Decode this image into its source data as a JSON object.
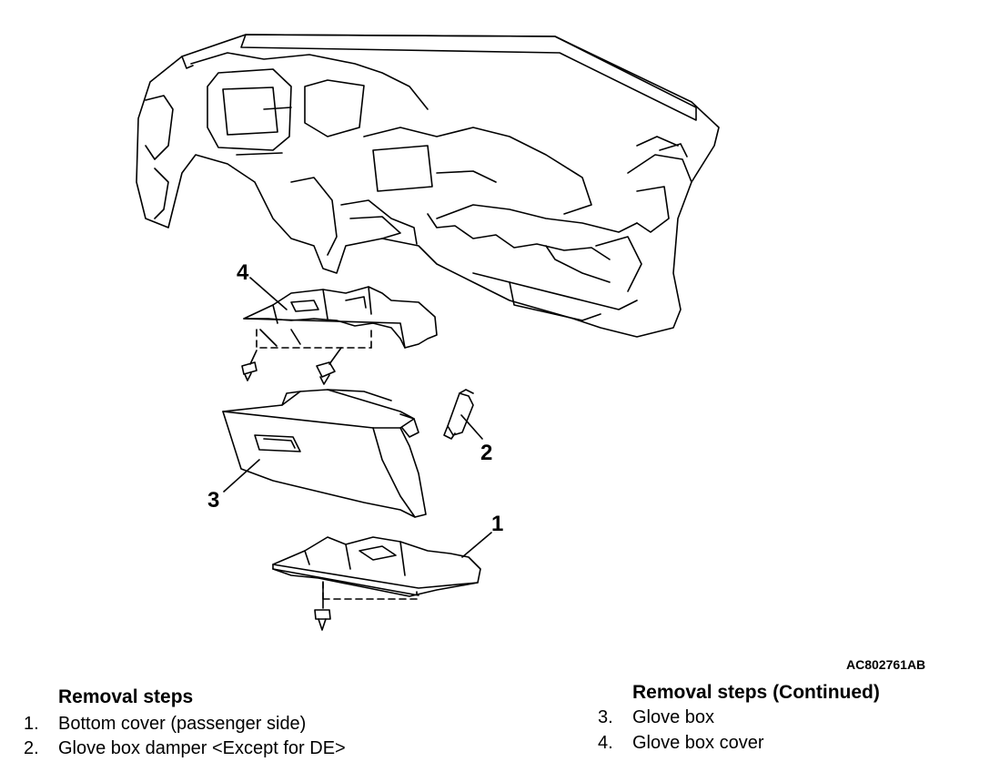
{
  "figure_code": "AC802761AB",
  "callouts": {
    "c1": "1",
    "c2": "2",
    "c3": "3",
    "c4": "4"
  },
  "left_list": {
    "title": "Removal steps",
    "items": [
      {
        "num": "1.",
        "text": "Bottom cover (passenger side)"
      },
      {
        "num": "2.",
        "text": "Glove box damper <Except for DE>"
      }
    ]
  },
  "right_list": {
    "title": "Removal steps (Continued)",
    "items": [
      {
        "num": "3.",
        "text": "Glove box"
      },
      {
        "num": "4.",
        "text": "Glove box cover"
      }
    ]
  }
}
